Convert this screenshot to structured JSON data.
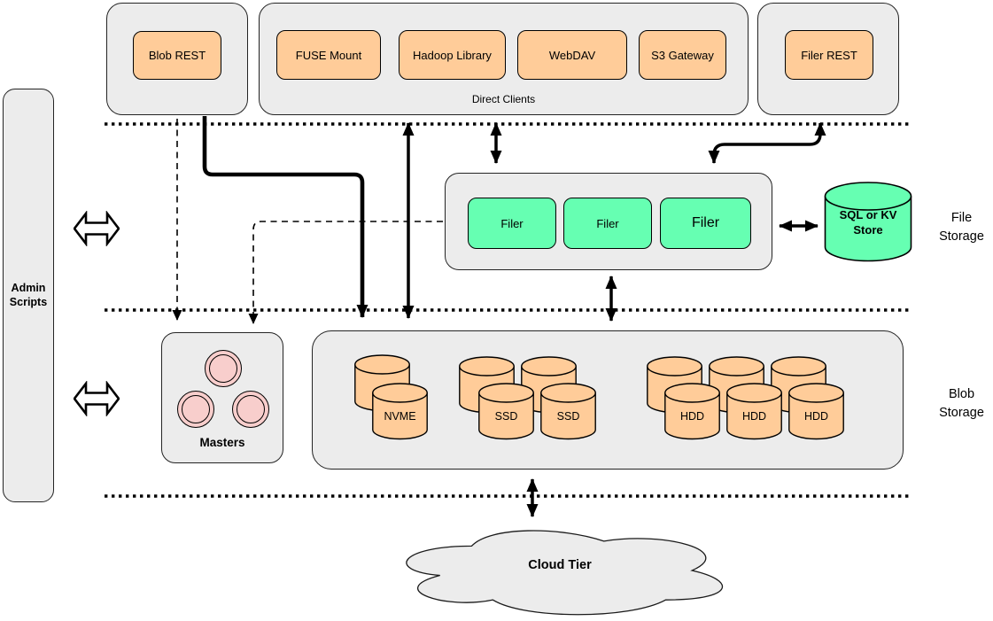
{
  "admin_panel": {
    "label": "Admin\nScripts"
  },
  "api_row": {
    "blob_rest": "Blob REST",
    "direct_clients_title": "Direct Clients",
    "clients": [
      "FUSE Mount",
      "Hadoop Library",
      "WebDAV",
      "S3 Gateway"
    ],
    "filer_rest": "Filer REST"
  },
  "file_tier": {
    "filers": [
      "Filer",
      "Filer",
      "Filer"
    ],
    "metadata_store": "SQL or KV\nStore",
    "tier_label": "File\nStorage"
  },
  "blob_tier": {
    "masters_label": "Masters",
    "volumes": [
      "NVME",
      "SSD",
      "SSD",
      "HDD",
      "HDD",
      "HDD"
    ],
    "tier_label": "Blob\nStorage"
  },
  "cloud_tier": {
    "label": "Cloud Tier"
  },
  "colors": {
    "container_fill": "#ECECEC",
    "client_fill": "#FFCC99",
    "filer_fill": "#66FFB2",
    "master_fill": "#F8CECC",
    "line": "#000000"
  }
}
